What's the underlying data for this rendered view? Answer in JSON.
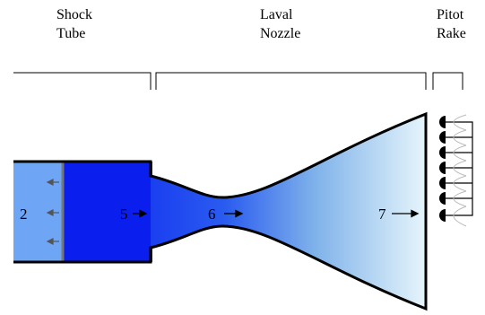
{
  "sections": {
    "shock_tube": "Shock\nTube",
    "laval_nozzle": "Laval\nNozzle",
    "pitot_rake": "Pitot\nRake"
  },
  "stations": {
    "s2": "2",
    "s5": "5",
    "s6": "6",
    "s7": "7"
  },
  "colors": {
    "region2": "#6ea6f5",
    "region5": "#0a1eee",
    "throat": "#2a5cf0",
    "exit": "#e4f4fb",
    "wall": "#000000",
    "membrane": "#777777"
  }
}
